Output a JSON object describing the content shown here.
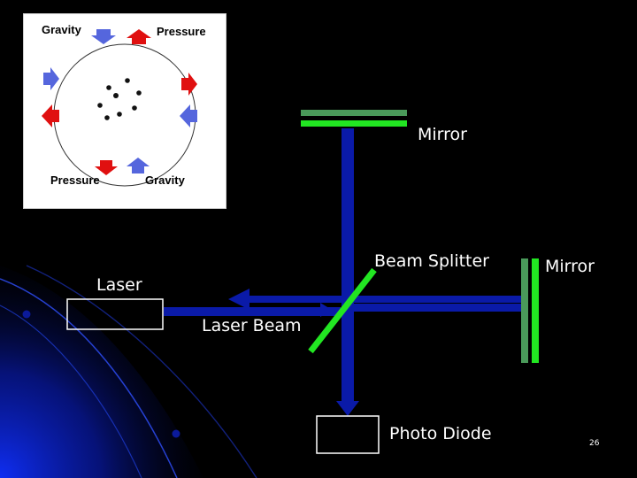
{
  "slide": {
    "labels": {
      "mirror_top": "Mirror",
      "beam_splitter": "Beam Splitter",
      "mirror_right": "Mirror",
      "laser": "Laser",
      "laser_beam": "Laser Beam",
      "photo_diode": "Photo Diode"
    },
    "page_number": "26"
  },
  "inset": {
    "gravity_top": "Gravity",
    "pressure_top": "Pressure",
    "pressure_bottom": "Pressure",
    "gravity_bottom": "Gravity"
  },
  "colors": {
    "background": "#000000",
    "beam": "#0a1aa8",
    "mirror_green": "#4a9a5a",
    "splitter_green": "#22e622",
    "gravity_arrow": "#5566dd",
    "pressure_arrow": "#e01010",
    "swoosh": "#0a20c8"
  }
}
